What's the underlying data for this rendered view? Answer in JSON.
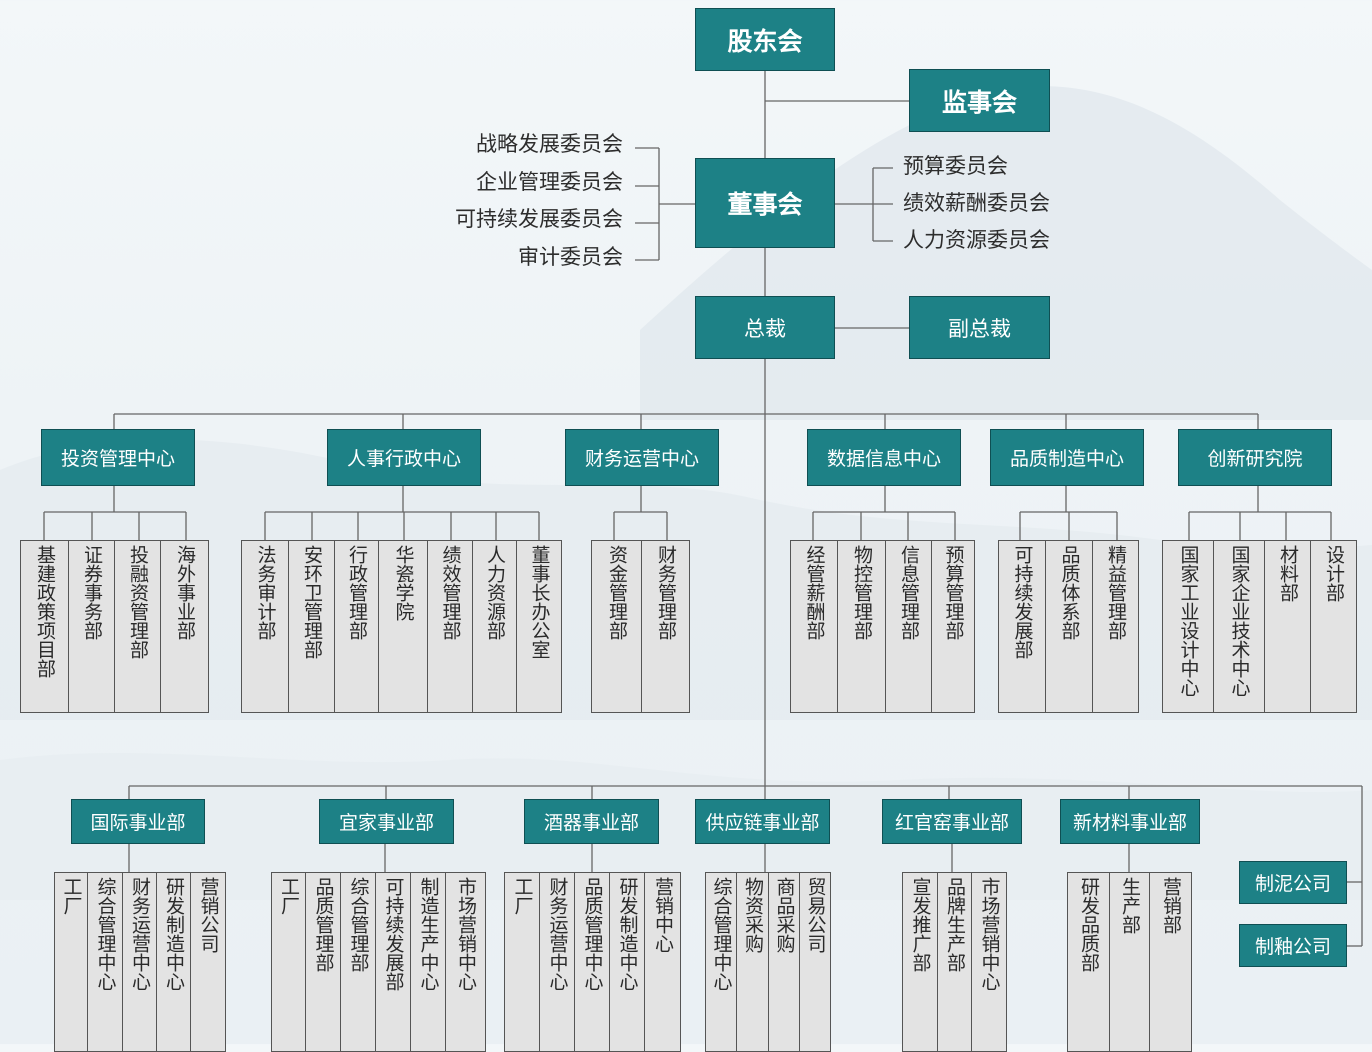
{
  "top": {
    "shareholders": "股东会",
    "supervisors": "监事会",
    "board": "董事会",
    "president": "总裁",
    "vice_president": "副总裁"
  },
  "committees_left": [
    "战略发展委员会",
    "企业管理委员会",
    "可持续发展委员会",
    "审计委员会"
  ],
  "committees_right": [
    "预算委员会",
    "绩效薪酬委员会",
    "人力资源委员会"
  ],
  "centers": [
    {
      "name": "投资管理中心",
      "departments": [
        "基建政策项目部",
        "证券事务部",
        "投融资管理部",
        "海外事业部"
      ]
    },
    {
      "name": "人事行政中心",
      "departments": [
        "法务审计部",
        "安环卫管理部",
        "行政管理部",
        "华瓷学院",
        "绩效管理部",
        "人力资源部",
        "董事长办公室"
      ]
    },
    {
      "name": "财务运营中心",
      "departments": [
        "资金管理部",
        "财务管理部"
      ]
    },
    {
      "name": "数据信息中心",
      "departments": [
        "经管薪酬部",
        "物控管理部",
        "信息管理部",
        "预算管理部"
      ]
    },
    {
      "name": "品质制造中心",
      "departments": [
        "可持续发展部",
        "品质体系部",
        "精益管理部"
      ]
    },
    {
      "name": "创新研究院",
      "departments": [
        "国家工业设计中心",
        "国家企业技术中心",
        "材料部",
        "设计部"
      ]
    }
  ],
  "divisions": [
    {
      "name": "国际事业部",
      "departments": [
        "工厂",
        "综合管理中心",
        "财务运营中心",
        "研发制造中心",
        "营销公司"
      ]
    },
    {
      "name": "宜家事业部",
      "departments": [
        "工厂",
        "品质管理部",
        "综合管理部",
        "可持续发展部",
        "制造生产中心",
        "市场营销中心"
      ]
    },
    {
      "name": "酒器事业部",
      "departments": [
        "工厂",
        "财务运营中心",
        "品质管理中心",
        "研发制造中心",
        "营销中心"
      ]
    },
    {
      "name": "供应链事业部",
      "departments": [
        "综合管理中心",
        "物资采购",
        "商品采购",
        "贸易公司"
      ]
    },
    {
      "name": "红官窑事业部",
      "departments": [
        "宣发推广部",
        "品牌生产部",
        "市场营销中心"
      ]
    },
    {
      "name": "新材料事业部",
      "departments": [
        "研发品质部",
        "生产部",
        "营销部"
      ]
    }
  ],
  "companies": [
    "制泥公司",
    "制釉公司"
  ],
  "colors": {
    "box": "#1d8186",
    "line": "#666666",
    "dept_bg": "#e3e3e3"
  }
}
